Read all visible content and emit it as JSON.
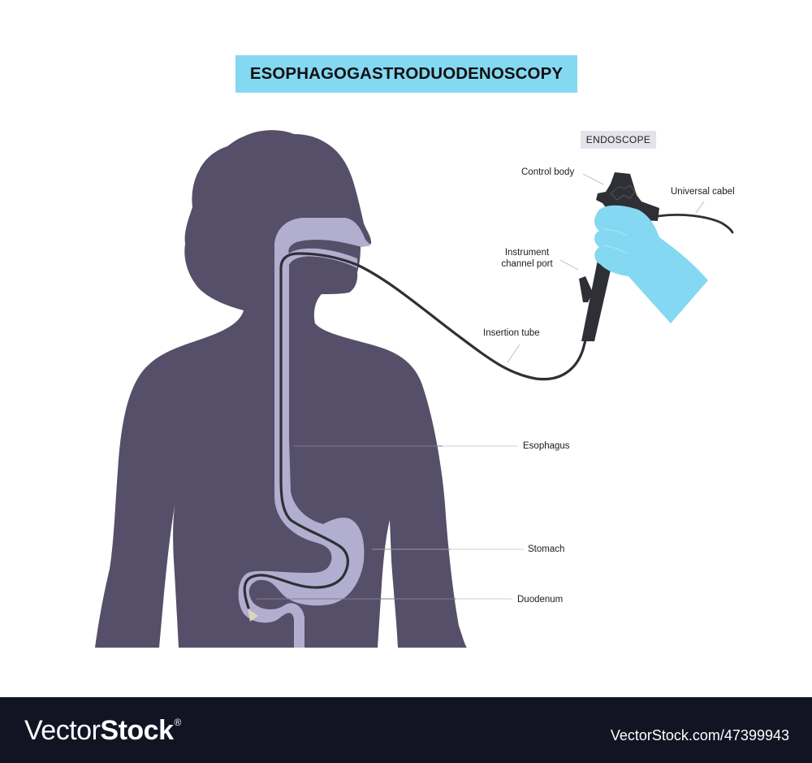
{
  "title": "ESOPHAGOGASTRODUODENOSCOPY",
  "colors": {
    "accent": "#84d8f2",
    "silhouette": "#554f69",
    "organ": "#b1aed0",
    "endoscope": "#2f2f36",
    "glove": "#84d8f2",
    "badge_bg": "#e4e3ec",
    "footer_bg": "#121424"
  },
  "endoscope_section": {
    "badge": "ENDOSCOPE",
    "labels": {
      "control_body": "Control body",
      "universal_cable": "Universal cabel",
      "instrument_channel_port": "Instrument channel port",
      "insertion_tube": "Insertion tube"
    }
  },
  "anatomy_labels": {
    "esophagus": "Esophagus",
    "stomach": "Stomach",
    "duodenum": "Duodenum"
  },
  "footer": {
    "brand_light": "Vector",
    "brand_bold": "Stock",
    "registered": "®",
    "stock_id": "VectorStock.com/47399943"
  }
}
